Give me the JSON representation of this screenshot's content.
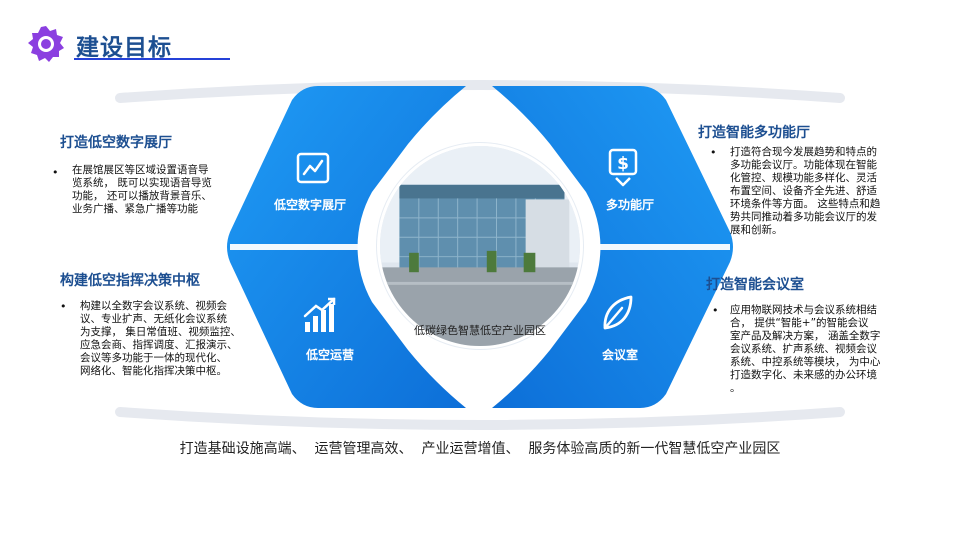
{
  "header": {
    "title": "建设目标"
  },
  "photo": {
    "caption": "低碳绿色智慧低空产业园区"
  },
  "shapes": {
    "top_left": {
      "label": "低空数字展厅",
      "icon": "line-chart-icon"
    },
    "bottom_left": {
      "label": "低空运营",
      "icon": "bar-chart-icon"
    },
    "top_right": {
      "label": "多功能厅",
      "icon": "dollar-download-icon"
    },
    "bottom_right": {
      "label": "会议室",
      "icon": "leaf-icon"
    }
  },
  "sections": {
    "top_left": {
      "title": "打造低空数字展厅",
      "bullet": "•",
      "lines": [
        "在展馆展区等区域设置语音导",
        "览系统， 既可以实现语音导览",
        "功能， 还可以播放背景音乐、",
        "业务广播、紧急广播等功能"
      ]
    },
    "bottom_left": {
      "title": "构建低空指挥决策中枢",
      "bullet": "•",
      "lines": [
        "构建以全数字会议系统、视频会",
        "议、专业扩声、无纸化会议系统",
        "为支撑， 集日常值班、视频监控、",
        "应急会商、指挥调度、汇报演示、",
        "会议等多功能于一体的现代化、",
        "网络化、智能化指挥决策中枢。"
      ]
    },
    "top_right": {
      "title": "打造智能多功能厅",
      "bullet": "•",
      "lines": [
        "打造符合现今发展趋势和特点的",
        "多功能会议厅。功能体现在智能",
        "化管控、规模功能多样化、灵活",
        "布置空间、设备齐全先进、舒适",
        "环境条件等方面。 这些特点和趋",
        "势共同推动着多功能会议厅的发",
        "展和创新。"
      ]
    },
    "bottom_right": {
      "title": "打造智能会议室",
      "bullet": "•",
      "lines": [
        "应用物联网技术与会议系统相结",
        "合， 提供“智能+”的智能会议",
        "室产品及解决方案， 涵盖全数字",
        "会议系统、扩声系统、视频会议",
        "系统、中控系统等模块， 为中心",
        "打造数字化、未来感的办公环境",
        "。"
      ]
    }
  },
  "footer": {
    "text": "打造基础设施高端、  运营管理高效、  产业运营增值、  服务体验高质的新一代智慧低空产业园区"
  },
  "colors": {
    "primary": "#1a8ef0",
    "title": "#1d4f91",
    "accent": "#2541d8",
    "logo": "#8b3fe0"
  }
}
